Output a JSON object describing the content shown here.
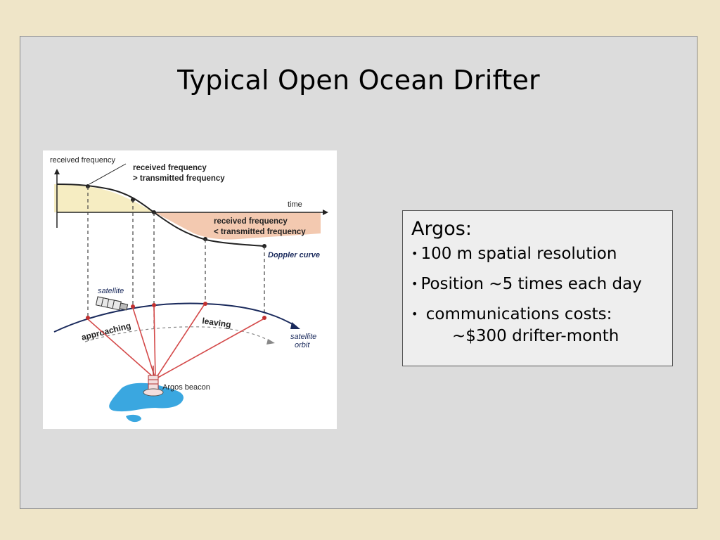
{
  "slide": {
    "title": "Typical Open Ocean Drifter"
  },
  "figure": {
    "labels": {
      "y_axis": "received frequency",
      "above_label_line1": "received frequency",
      "above_label_line2": "> transmitted frequency",
      "time": "time",
      "below_label_line1": "received frequency",
      "below_label_line2": "< transmitted frequency",
      "doppler_curve": "Doppler curve",
      "satellite": "satellite",
      "approaching": "approaching",
      "leaving": "leaving",
      "satellite_orbit_line1": "satellite",
      "satellite_orbit_line2": "orbit",
      "argos_beacon": "Argos beacon"
    },
    "colors": {
      "above_fill": "#f6edc2",
      "below_fill": "#f3c9b0",
      "ray": "#d44a4a",
      "water": "#3aa7e0",
      "orbit": "#1a2a5c"
    }
  },
  "info": {
    "heading": "Argos:",
    "bullets": [
      "100 m spatial resolution",
      "Position ~5 times each day",
      "communications costs:"
    ],
    "continuation": "~$300 drifter-month"
  }
}
